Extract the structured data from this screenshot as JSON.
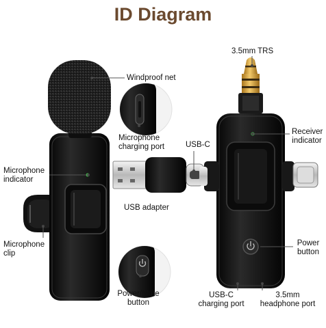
{
  "title": "ID Diagram",
  "labels": {
    "trs": "3.5mm TRS",
    "windproof": "Windproof net",
    "receiver_indicator": [
      "Receiver",
      "indicator"
    ],
    "mic_charging_port": [
      "Microphone",
      "charging port"
    ],
    "usb_c_top": "USB-C",
    "mic_indicator": [
      "Microphone",
      "indicator"
    ],
    "usb_adapter": "USB adapter",
    "power_button": [
      "Power",
      "button"
    ],
    "mic_clip": [
      "Microphone",
      "clip"
    ],
    "power_mute": [
      "Power/Mute",
      "button"
    ],
    "usbc_charging": [
      "USB-C",
      "charging port"
    ],
    "headphone_port": [
      "3.5mm",
      "headphone port"
    ]
  },
  "colors": {
    "title": "#6b4a2f",
    "body": "#141414",
    "indicator": "#3fd24a",
    "gold": "#d9a23a",
    "leader": "#555555"
  },
  "icons": [
    "power-icon",
    "usb-a-connector",
    "usb-c-connector",
    "lightning-connector",
    "trs-jack"
  ]
}
